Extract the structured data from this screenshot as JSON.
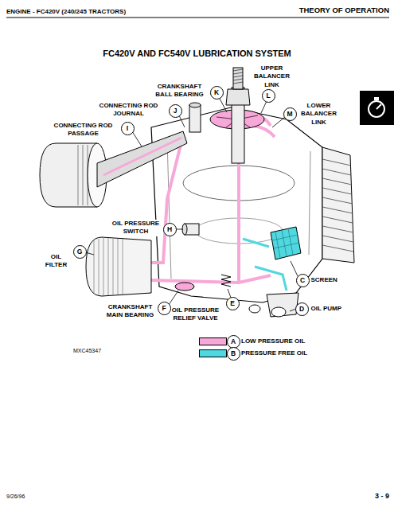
{
  "diagram": {
    "title": "FC420V AND FC540V LUBRICATION SYSTEM",
    "nodes": [
      {
        "text": [
          "L",
          "UPPER BALANCER LINK"
        ]
      },
      {
        "text": [
          "K",
          "CRANKSHAFT BALL BEARING"
        ]
      },
      {
        "text": [
          "J",
          "CONNECTING ROD JOURNAL"
        ]
      },
      {
        "text": [
          "M",
          "LOWER BALANCER LINK"
        ]
      },
      {
        "text": [
          "I",
          "CONNECTING ROD PASSAGE"
        ]
      },
      {
        "text": [
          "H",
          "OIL PRESSURE SWITCH"
        ]
      },
      {
        "text": [
          "G",
          "OIL FILTER"
        ]
      },
      {
        "text": [
          "C",
          "SCREEN"
        ]
      },
      {
        "text": [
          "F",
          "CRANKSHAFT MAIN BEARING"
        ]
      },
      {
        "text": [
          "E",
          "OIL PRESSURE RELIEF VALVE"
        ]
      },
      {
        "text": [
          "D",
          "OIL PUMP"
        ]
      },
      {
        "text": [
          "A"
        ]
      },
      {
        "text": [
          "B"
        ]
      }
    ],
    "labels": [
      "ENGINE - FC420V (240/245 TRACTORS)",
      "THEORY OF OPERATION",
      "MXC45347",
      "9/26/96",
      "3 - 9"
    ],
    "legend": [
      {
        "text": "LOW PRESSURE OIL",
        "color": "#f7a8d8"
      },
      {
        "text": "PRESSURE FREE OIL",
        "color": "#4fd8e0"
      }
    ]
  }
}
